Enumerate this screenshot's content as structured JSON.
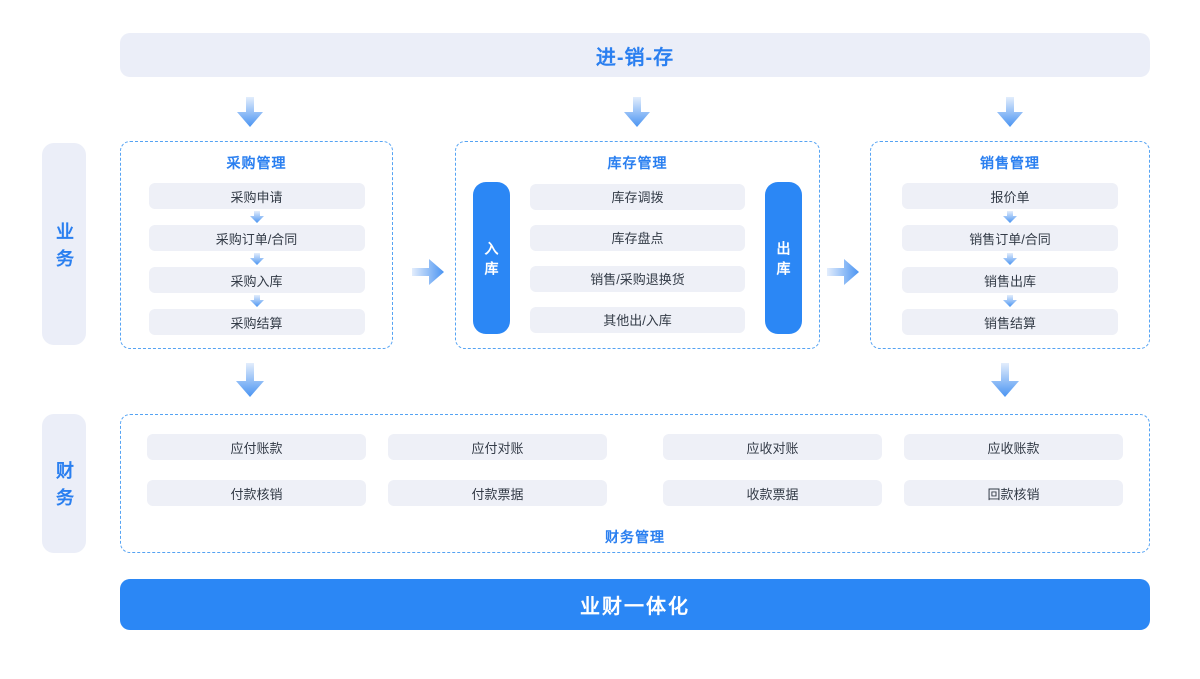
{
  "header": {
    "title": "进-销-存"
  },
  "side": {
    "business": "业务",
    "finance": "财务"
  },
  "procurement": {
    "title": "采购管理",
    "items": [
      "采购申请",
      "采购订单/合同",
      "采购入库",
      "采购结算"
    ]
  },
  "inventory": {
    "title": "库存管理",
    "inbound": "入库",
    "outbound": "出库",
    "items": [
      "库存调拨",
      "库存盘点",
      "销售/采购退换货",
      "其他出/入库"
    ]
  },
  "sales": {
    "title": "销售管理",
    "items": [
      "报价单",
      "销售订单/合同",
      "销售出库",
      "销售结算"
    ]
  },
  "finance": {
    "title": "财务管理",
    "rows": [
      [
        "应付账款",
        "应付对账",
        "应收对账",
        "应收账款"
      ],
      [
        "付款核销",
        "付款票据",
        "收款票据",
        "回款核销"
      ]
    ]
  },
  "footer": {
    "title": "业财一体化"
  },
  "colors": {
    "accent_blue": "#2b87f5",
    "title_blue": "#2a7ff0",
    "panel_bg": "#ebeef8",
    "item_bg": "#eef0f7",
    "dashed_border": "#55a3f3",
    "item_text": "#333b47"
  }
}
